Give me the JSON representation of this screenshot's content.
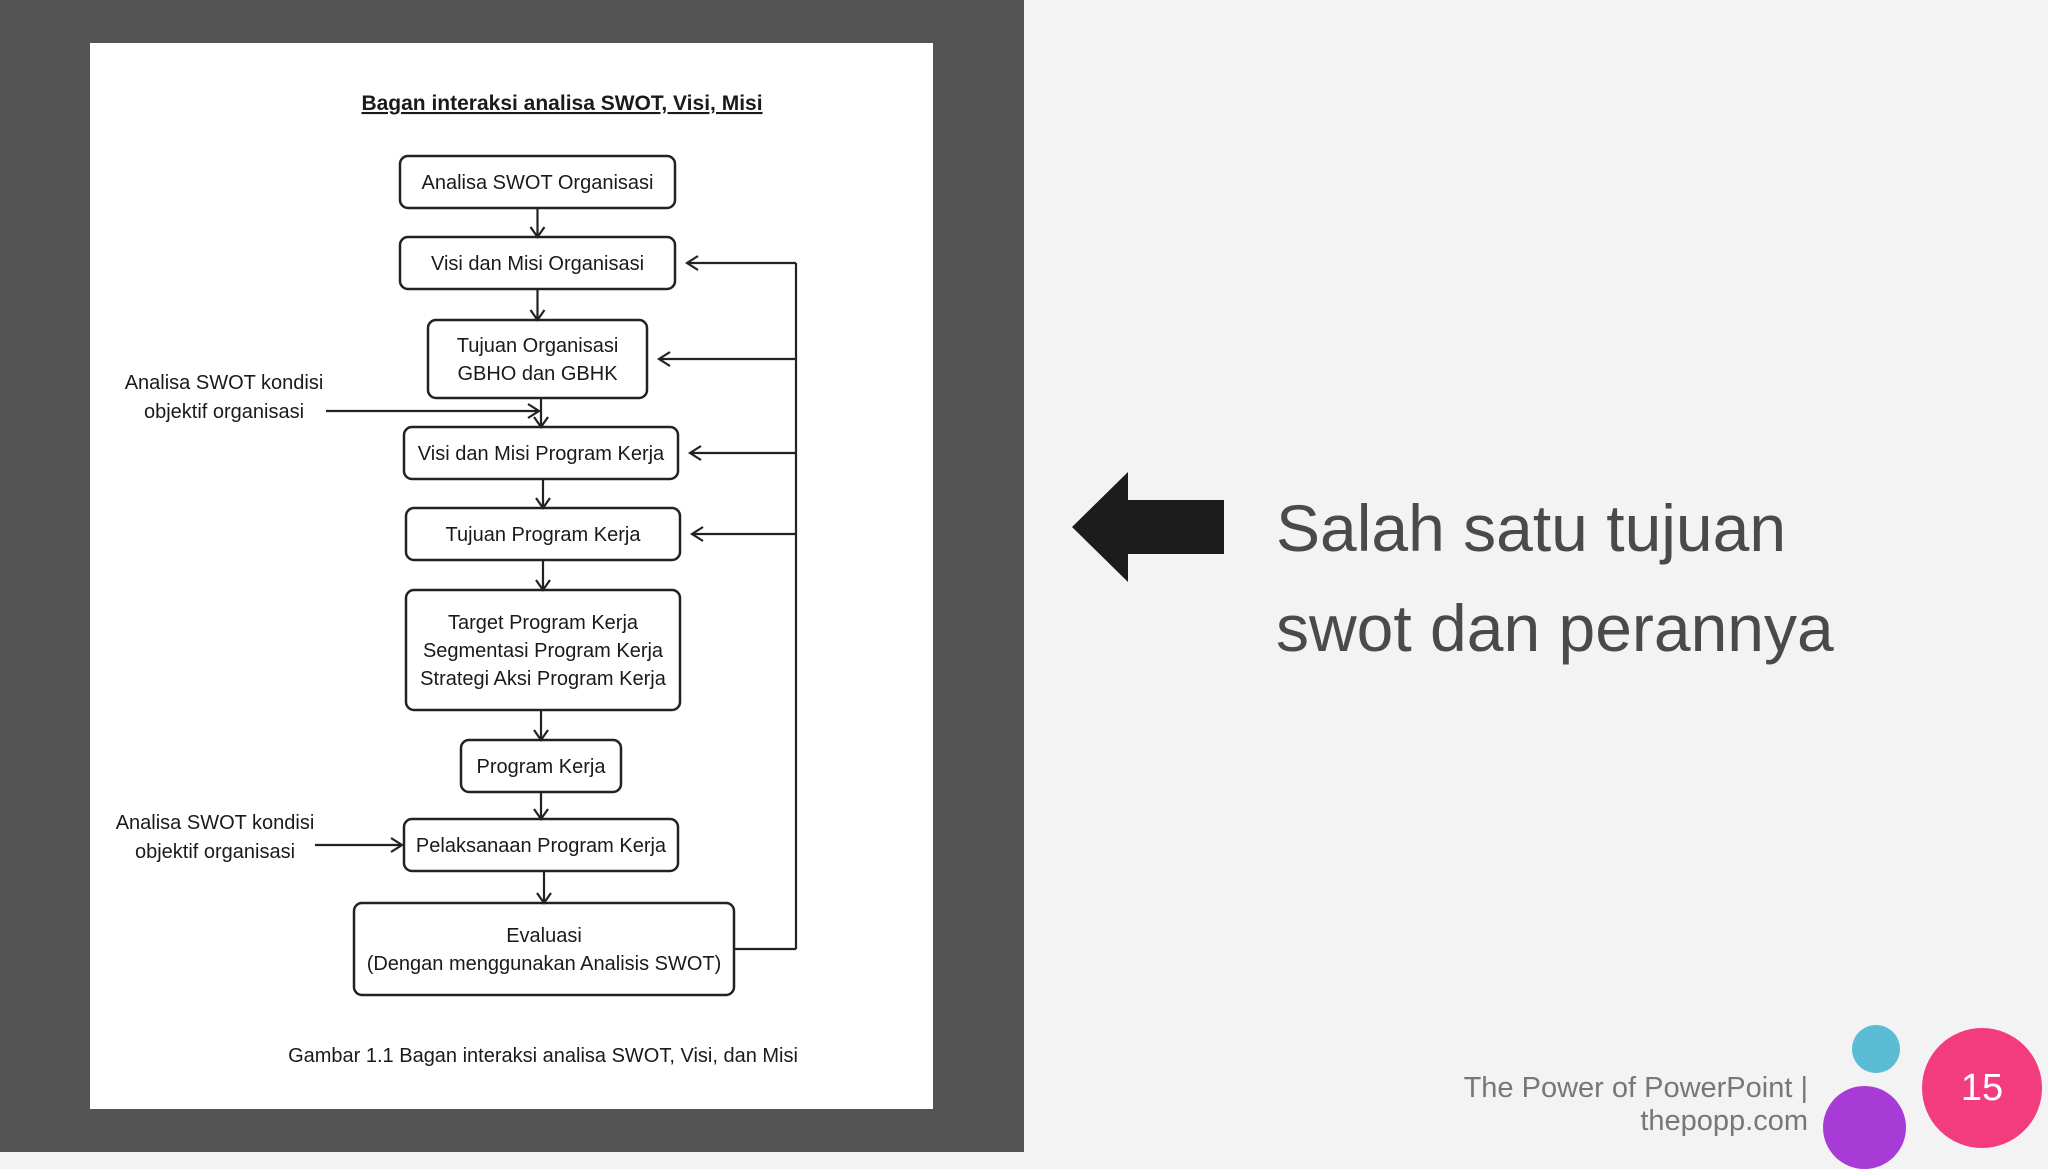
{
  "diagram": {
    "title": "Bagan interaksi analisa SWOT, Visi, Misi",
    "nodes": [
      {
        "id": "n1",
        "lines": [
          "Analisa SWOT Organisasi"
        ]
      },
      {
        "id": "n2",
        "lines": [
          "Visi dan Misi Organisasi"
        ]
      },
      {
        "id": "n3",
        "lines": [
          "Tujuan Organisasi",
          "GBHO dan GBHK"
        ]
      },
      {
        "id": "n4",
        "lines": [
          "Visi dan Misi Program Kerja"
        ]
      },
      {
        "id": "n5",
        "lines": [
          "Tujuan Program Kerja"
        ]
      },
      {
        "id": "n6",
        "lines": [
          "Target Program Kerja",
          "Segmentasi Program Kerja",
          "Strategi Aksi Program Kerja"
        ]
      },
      {
        "id": "n7",
        "lines": [
          "Program Kerja"
        ]
      },
      {
        "id": "n8",
        "lines": [
          "Pelaksanaan Program Kerja"
        ]
      },
      {
        "id": "n9",
        "lines": [
          "Evaluasi",
          "(Dengan menggunakan Analisis SWOT)"
        ]
      }
    ],
    "side_inputs": [
      {
        "lines": [
          "Analisa SWOT kondisi",
          "objektif organisasi"
        ],
        "target": "n4"
      },
      {
        "lines": [
          "Analisa SWOT kondisi",
          "objektif organisasi"
        ],
        "target": "n8"
      }
    ],
    "feedback_targets": [
      "n2",
      "n3",
      "n4",
      "n5"
    ],
    "feedback_source": "n9",
    "caption": "Gambar 1.1 Bagan interaksi analisa SWOT, Visi, dan Misi"
  },
  "slide": {
    "heading_lines": [
      "Salah satu tujuan",
      "swot dan perannya"
    ],
    "footer": "The Power of PowerPoint | thepopp.com",
    "page_number": "15"
  },
  "colors": {
    "left_panel": "#545454",
    "slide_background": "#f3f3f3",
    "heading": "#4a4a4a",
    "footer": "#777777",
    "dot_blue": "#5bbcd6",
    "dot_purple": "#a83bd6",
    "page_badge": "#f23c7e"
  },
  "icons": [
    "left-arrow-icon"
  ]
}
